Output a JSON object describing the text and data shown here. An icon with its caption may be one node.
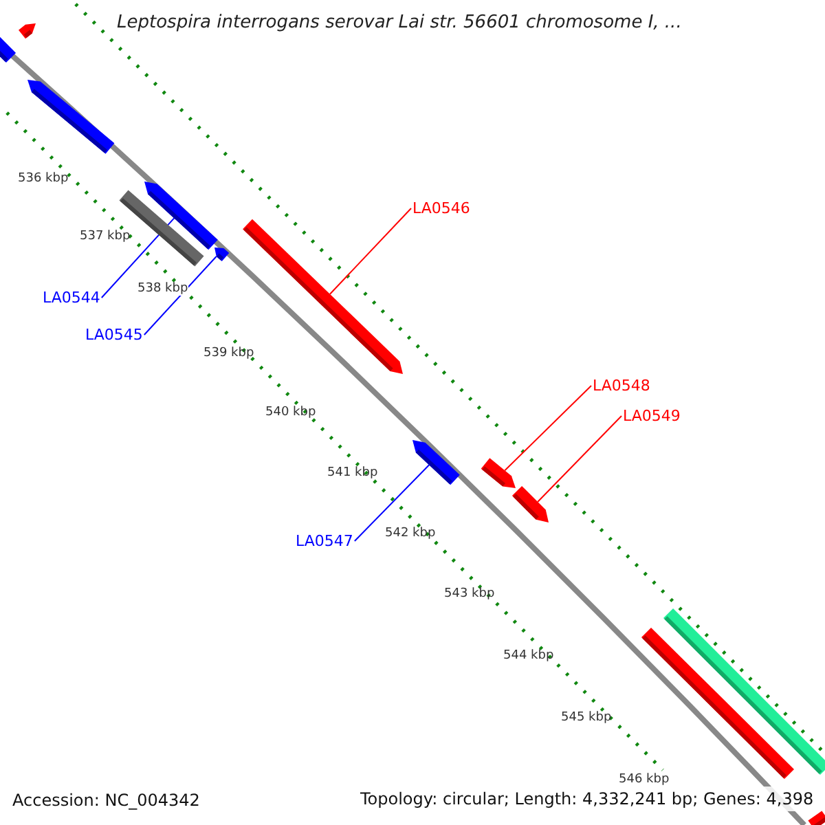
{
  "diagram": {
    "title": "Leptospira interrogans serovar Lai str. 56601 chromosome I, ...",
    "nodes": [
      {
        "text": [
          "LA0546"
        ]
      },
      {
        "text": [
          "LA0544"
        ]
      },
      {
        "text": [
          "LA0545"
        ]
      },
      {
        "text": [
          "LA0548"
        ]
      },
      {
        "text": [
          "LA0549"
        ]
      },
      {
        "text": [
          "LA0547"
        ]
      },
      {
        "text": [],
        "shape": "bar"
      },
      {
        "text": [],
        "shape": "bar"
      },
      {
        "text": [],
        "shape": "bar"
      },
      {
        "text": [],
        "shape": "bar"
      },
      {
        "text": [],
        "shape": "bar"
      },
      {
        "text": [],
        "shape": "bar"
      },
      {
        "text": [],
        "shape": "bar"
      },
      {
        "text": [],
        "shape": "bar"
      },
      {
        "text": [],
        "shape": "bar"
      },
      {
        "text": [],
        "shape": "bar"
      },
      {
        "text": [],
        "shape": "bar"
      },
      {
        "text": [],
        "shape": "bar"
      },
      {
        "text": [],
        "shape": "bar"
      }
    ],
    "edges": [
      {
        "from": 0,
        "to": 12,
        "arrow": "none",
        "color": "#ff0000"
      },
      {
        "from": 1,
        "to": 9,
        "arrow": "none",
        "color": "#0000ff"
      },
      {
        "from": 2,
        "to": 11,
        "arrow": "none",
        "color": "#0000ff"
      },
      {
        "from": 3,
        "to": 14,
        "arrow": "none",
        "color": "#ff0000"
      },
      {
        "from": 4,
        "to": 15,
        "arrow": "none",
        "color": "#ff0000"
      },
      {
        "from": 5,
        "to": 13,
        "arrow": "none",
        "color": "#0000ff"
      }
    ],
    "labels": [
      "536 kbp",
      "537 kbp",
      "538 kbp",
      "539 kbp",
      "540 kbp",
      "541 kbp",
      "542 kbp",
      "543 kbp",
      "544 kbp",
      "545 kbp",
      "546 kbp",
      "Accession: NC_004342",
      "Topology: circular; Length: 4,332,241 bp; Genes: 4,398"
    ]
  }
}
